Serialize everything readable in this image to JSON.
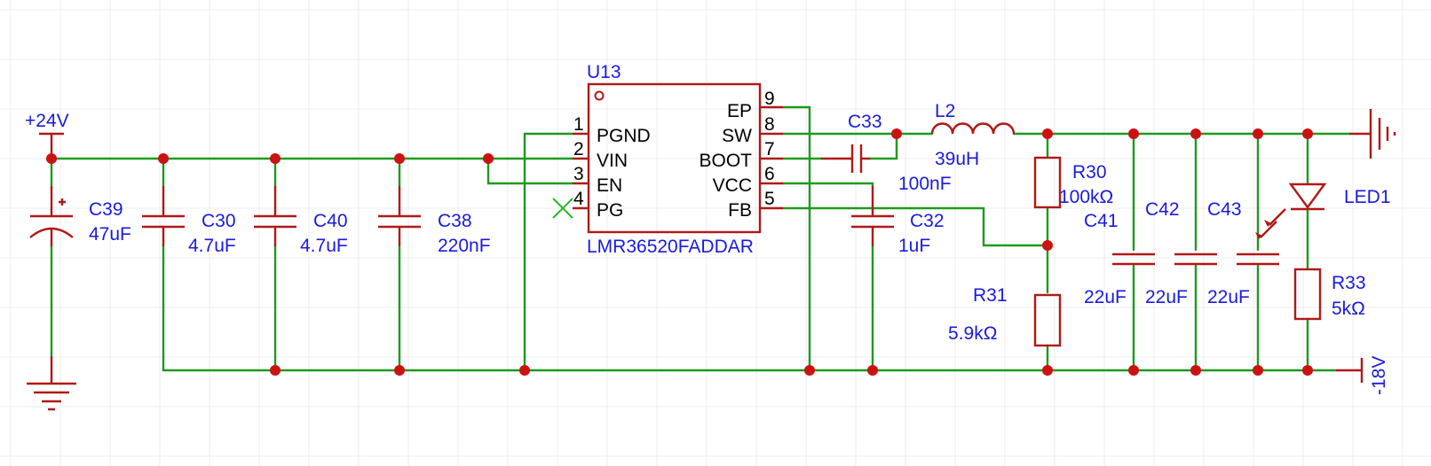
{
  "nets": {
    "supply": "+24V",
    "ground": "-18V"
  },
  "ic": {
    "designator": "U13",
    "part_number": "LMR36520FADDAR",
    "left_pins": [
      {
        "num": "1",
        "name": "PGND"
      },
      {
        "num": "2",
        "name": "VIN"
      },
      {
        "num": "3",
        "name": "EN"
      },
      {
        "num": "4",
        "name": "PG"
      }
    ],
    "right_pins": [
      {
        "num": "9",
        "name": "EP"
      },
      {
        "num": "8",
        "name": "SW"
      },
      {
        "num": "7",
        "name": "BOOT"
      },
      {
        "num": "6",
        "name": "VCC"
      },
      {
        "num": "5",
        "name": "FB"
      }
    ]
  },
  "components": {
    "c39": {
      "designator": "C39",
      "value": "47uF"
    },
    "c30": {
      "designator": "C30",
      "value": "4.7uF"
    },
    "c40": {
      "designator": "C40",
      "value": "4.7uF"
    },
    "c38": {
      "designator": "C38",
      "value": "220nF"
    },
    "c33": {
      "designator": "C33",
      "value": "100nF"
    },
    "c32": {
      "designator": "C32",
      "value": "1uF"
    },
    "l2": {
      "designator": "L2",
      "value": "39uH"
    },
    "r30": {
      "designator": "R30",
      "value": "100kΩ"
    },
    "r31": {
      "designator": "R31",
      "value": "5.9kΩ"
    },
    "c41": {
      "designator": "C41",
      "value": "22uF"
    },
    "c42": {
      "designator": "C42",
      "value": "22uF"
    },
    "c43": {
      "designator": "C43",
      "value": "22uF"
    },
    "led1": {
      "designator": "LED1"
    },
    "r33": {
      "designator": "R33",
      "value": "5kΩ"
    }
  },
  "colors": {
    "wire": "#1e9a1e",
    "part": "#b01818",
    "label": "#1a1ae0",
    "junction": "#cc1111"
  }
}
